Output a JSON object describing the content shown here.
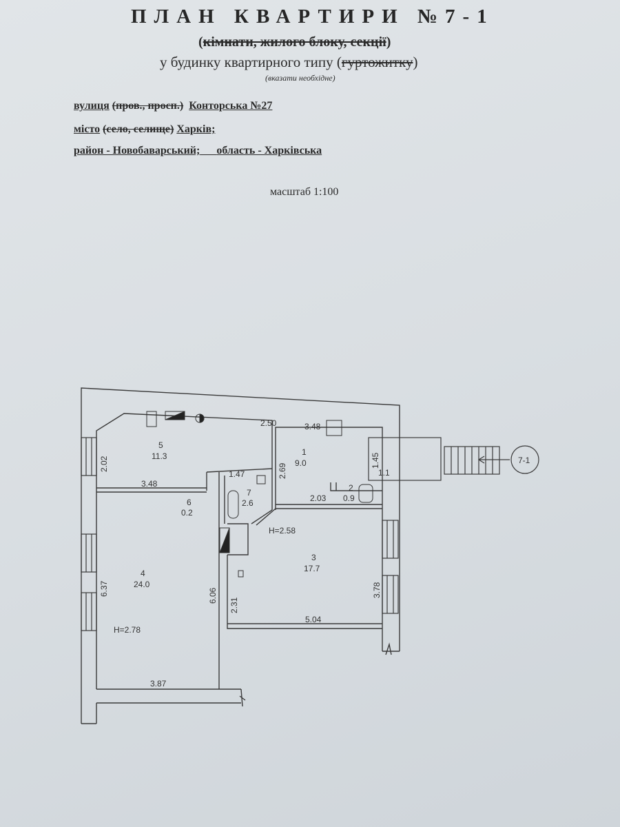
{
  "header": {
    "title": "ПЛАН КВАРТИРИ №7-1",
    "subtitle_open": "(",
    "subtitle_struck": "кімнати, жилого блоку, секції",
    "subtitle_close": ")",
    "building_type": "у будинку квартирного типу (",
    "building_struck": "гуртожитку",
    "building_close": ")",
    "hint": "(вказати необхідне)"
  },
  "address": {
    "street_label": "вулиця",
    "street_struck": "(пров., просп.)",
    "street_value": "Конторська №27",
    "city_label": "місто",
    "city_struck": "(село, селище)",
    "city_value": "Харків;",
    "district": "район - Новобаварський;",
    "region": "область - Харківська"
  },
  "scale": "масштаб 1:100",
  "plan": {
    "rooms": [
      {
        "num": "1",
        "area": "9.0"
      },
      {
        "num": "2",
        "area": "0.9"
      },
      {
        "num": "3",
        "area": "17.7"
      },
      {
        "num": "4",
        "area": "24.0"
      },
      {
        "num": "5",
        "area": "11.3"
      },
      {
        "num": "6",
        "area": "0.2"
      },
      {
        "num": "7",
        "area": "2.6"
      },
      {
        "num": "",
        "area": "1.1"
      }
    ],
    "dimensions": {
      "d250": "2.50",
      "d348a": "3.48",
      "d348b": "3.48",
      "d202": "2.02",
      "d147": "1.47",
      "d269": "2.69",
      "d145": "1.45",
      "d203": "2.03",
      "d378": "3.78",
      "d637": "6.37",
      "d606": "6.06",
      "d231": "2.31",
      "d504": "5.04",
      "d387": "3.87"
    },
    "heights": {
      "h1": "H=2.58",
      "h2": "H=2.78"
    },
    "entrance_label": "7-1"
  }
}
